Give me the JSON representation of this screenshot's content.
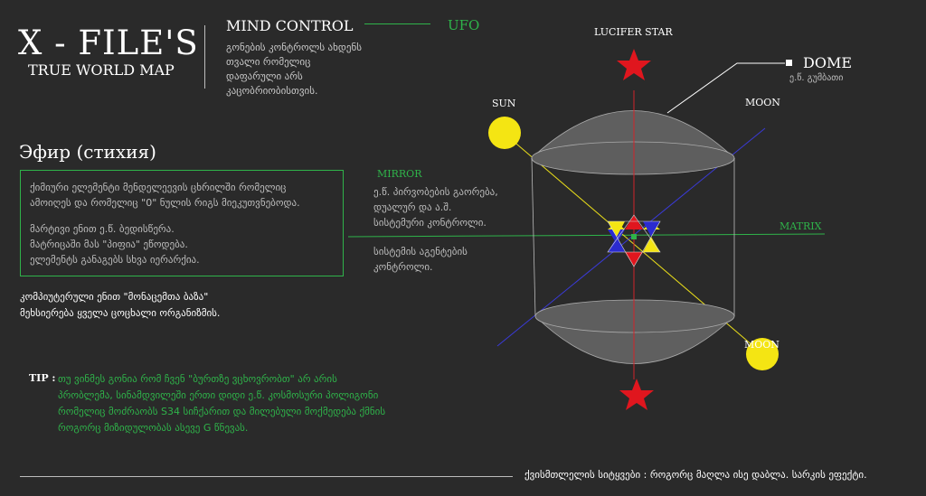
{
  "header": {
    "title": "X - FILE'S",
    "subtitle": "TRUE WORLD MAP",
    "mind_control": "MIND CONTROL",
    "ufo": "UFO",
    "mind_desc": [
      "გონების კონტროლს ახდენს",
      "თვალი რომელიც",
      "დაფარული არს",
      "კაცობრიობისთვის."
    ]
  },
  "ether": {
    "heading": "Эфир (стихия)",
    "para1": [
      "ქიმიური ელემენტი მენდელეევის ცხრილში რომელიც",
      "ამოიღეს და რომელიც \"0\" ნულის რიგს მიეკუთვნებოდა."
    ],
    "para2": [
      "მარტივი ენით ე.წ. ბედისწერა.",
      "მატრიცაში მას \"პიფია\" ეწოდება.",
      "ელემენტს განაგებს სხვა იერარქია."
    ]
  },
  "computer_text": [
    "კომპიუტერული ენით \"მონაცემთა ბაზა\"",
    "მეხსიერება ყველა ცოცხალი ორგანიზმის."
  ],
  "tip": {
    "label": "TIP :",
    "lines": [
      "თუ ვინმეს გონია რომ ჩვენ \"ბურთზე ვცხოვრობთ\" არ არის",
      "პრობლემა, სინამდვილეში ერთი დიდი ე.წ. კოსმოსური პოლიგონი",
      "რომელიც მოძრაობს S34 სიჩქარით და მილებული მოქმედება ქმნის",
      "როგორც მიზიდულობას ასევე G წნევას."
    ]
  },
  "bottom_text": "ქვისმთლელის სიტყვები : როგორც მაღლა ისე დაბლა. სარკის ეფექტი.",
  "diagram": {
    "lucifer_star": "LUCIFER STAR",
    "sun": "SUN",
    "moon": "MOON",
    "dome": "DOME",
    "dome_sub": "ე.წ. გუმბათი",
    "mirror": "MIRROR",
    "mirror_desc": [
      "ე.წ. პირვობების გაორება,",
      "დუალურ და ა.შ.",
      "სისტემური კონტროლი."
    ],
    "system_desc": [
      "სისტემის აგენტების",
      "კონტროლი."
    ],
    "matrix": "MATRIX"
  },
  "colors": {
    "background": "#2a2a2a",
    "green": "#2fb34a",
    "red_star": "#e0161e",
    "sun_yellow": "#f4e513",
    "moon_blue": "#2b2bd0"
  }
}
